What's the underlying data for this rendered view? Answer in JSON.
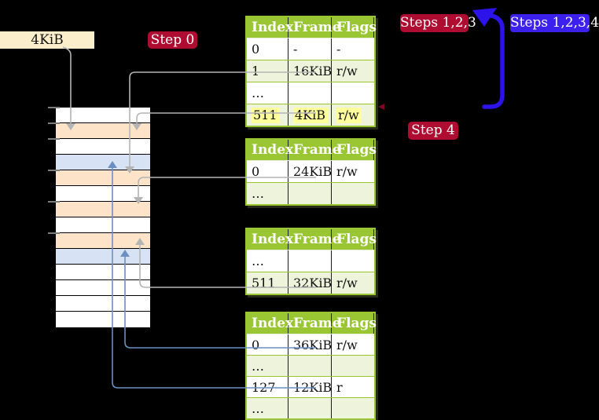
{
  "colors": {
    "background": "#000000",
    "accent_red": "#ae0c30",
    "accent_blue": "#3c20ee",
    "arrow_blue": "#2b13e9",
    "connector_gray": "#b4b4b4",
    "connector_blue": "#6b8fc3",
    "table_green": "#9bc634",
    "row_green": "#eef3dc",
    "row_peach": "#fde3c8",
    "row_blue": "#d7e3f4",
    "label_wheat": "#fbefcb",
    "highlight_yellow": "#ffff9c"
  },
  "frame_label": {
    "text": "4KiB"
  },
  "badges": {
    "step0": {
      "label": "Step 0"
    },
    "steps123": {
      "label": "Steps 1,2,3"
    },
    "steps1234": {
      "label": "Steps 1,2,3,4"
    },
    "step4": {
      "label": "Step 4"
    }
  },
  "page_tables": [
    {
      "name": "page-table-level-4",
      "headers": [
        "Index",
        "Frame",
        "Flags"
      ],
      "rows": [
        {
          "index": "0",
          "frame": "-",
          "flags": "-",
          "shaded": false,
          "highlighted": false
        },
        {
          "index": "1",
          "frame": "16KiB",
          "flags": "r/w",
          "shaded": true,
          "highlighted": false
        },
        {
          "index": "…",
          "frame": "",
          "flags": "",
          "shaded": false,
          "highlighted": false
        },
        {
          "index": "511",
          "frame": "4KiB",
          "flags": "r/w",
          "shaded": true,
          "highlighted": true
        }
      ]
    },
    {
      "name": "page-table-level-3",
      "headers": [
        "Index",
        "Frame",
        "Flags"
      ],
      "rows": [
        {
          "index": "0",
          "frame": "24KiB",
          "flags": "r/w",
          "shaded": false,
          "highlighted": false
        },
        {
          "index": "…",
          "frame": "",
          "flags": "",
          "shaded": true,
          "highlighted": false
        }
      ]
    },
    {
      "name": "page-table-level-2",
      "headers": [
        "Index",
        "Frame",
        "Flags"
      ],
      "rows": [
        {
          "index": "…",
          "frame": "",
          "flags": "",
          "shaded": false,
          "highlighted": false
        },
        {
          "index": "511",
          "frame": "32KiB",
          "flags": "r/w",
          "shaded": true,
          "highlighted": false
        }
      ]
    },
    {
      "name": "page-table-level-1",
      "headers": [
        "Index",
        "Frame",
        "Flags"
      ],
      "rows": [
        {
          "index": "0",
          "frame": "36KiB",
          "flags": "r/w",
          "shaded": false,
          "highlighted": false
        },
        {
          "index": "…",
          "frame": "",
          "flags": "",
          "shaded": true,
          "highlighted": false
        },
        {
          "index": "127",
          "frame": "12KiB",
          "flags": "r",
          "shaded": false,
          "highlighted": false
        },
        {
          "index": "…",
          "frame": "",
          "flags": "",
          "shaded": true,
          "highlighted": false
        }
      ]
    }
  ],
  "memory_stack": {
    "row_colors": [
      "white",
      "peach",
      "white",
      "blue",
      "peach",
      "white",
      "peach",
      "white",
      "peach",
      "blue",
      "white",
      "white",
      "white",
      "white"
    ],
    "tick_offsets": [
      0,
      20,
      40,
      80,
      120,
      160
    ]
  }
}
